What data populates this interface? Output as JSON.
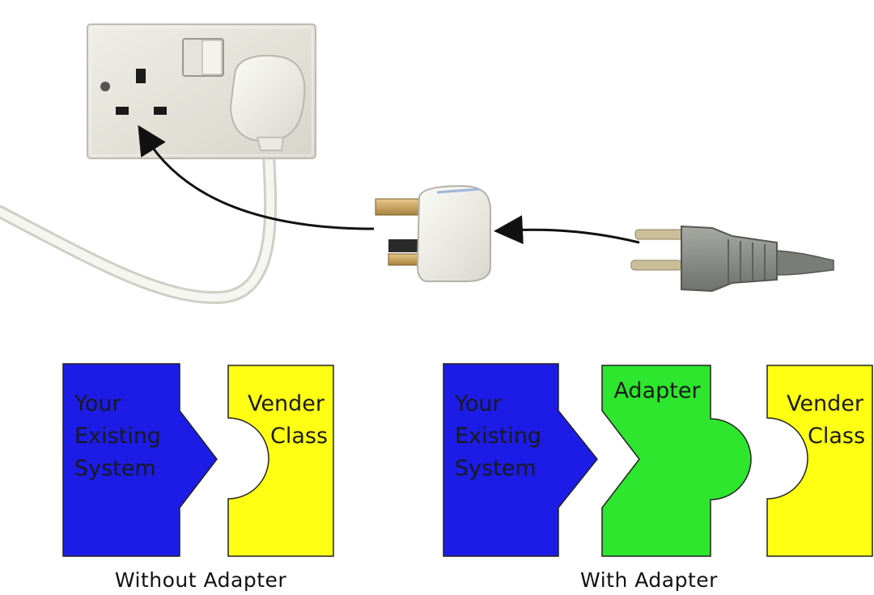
{
  "colors": {
    "existing": "#1c1ce6",
    "adapter": "#2de62d",
    "vendor": "#ffff14",
    "outline": "#222222"
  },
  "without_adapter": {
    "existing_lines": [
      "Your",
      "Existing",
      "System"
    ],
    "vendor_lines": [
      "Vender",
      "Class"
    ],
    "caption": "Without Adapter"
  },
  "with_adapter": {
    "existing_lines": [
      "Your",
      "Existing",
      "System"
    ],
    "adapter_label": "Adapter",
    "vendor_lines": [
      "Vender",
      "Class"
    ],
    "caption": "With Adapter"
  },
  "photo_icons": [
    "wall-socket-icon",
    "uk-plug-icon",
    "travel-adapter-icon",
    "two-pin-plug-icon",
    "cable-icon",
    "arrow-icon"
  ]
}
